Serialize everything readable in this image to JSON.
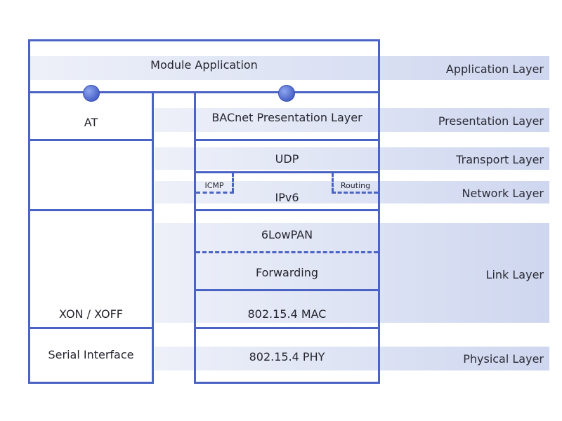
{
  "layers": {
    "application": "Application Layer",
    "presentation": "Presentation Layer",
    "transport": "Transport Layer",
    "network": "Network Layer",
    "link": "Link Layer",
    "physical": "Physical Layer"
  },
  "module": {
    "title": "Module Application"
  },
  "left_stack": {
    "at": "AT",
    "xon_xoff": "XON / XOFF",
    "serial_interface": "Serial Interface"
  },
  "right_stack": {
    "bacnet": "BACnet Presentation Layer",
    "udp": "UDP",
    "icmp": "ICMP",
    "routing": "Routing",
    "ipv6": "IPv6",
    "lowpan": "6LowPAN",
    "forwarding": "Forwarding",
    "mac": "802.15.4 MAC",
    "phy": "802.15.4 PHY"
  },
  "colors": {
    "line": "#4b63c4",
    "band": "#c3cceb"
  }
}
